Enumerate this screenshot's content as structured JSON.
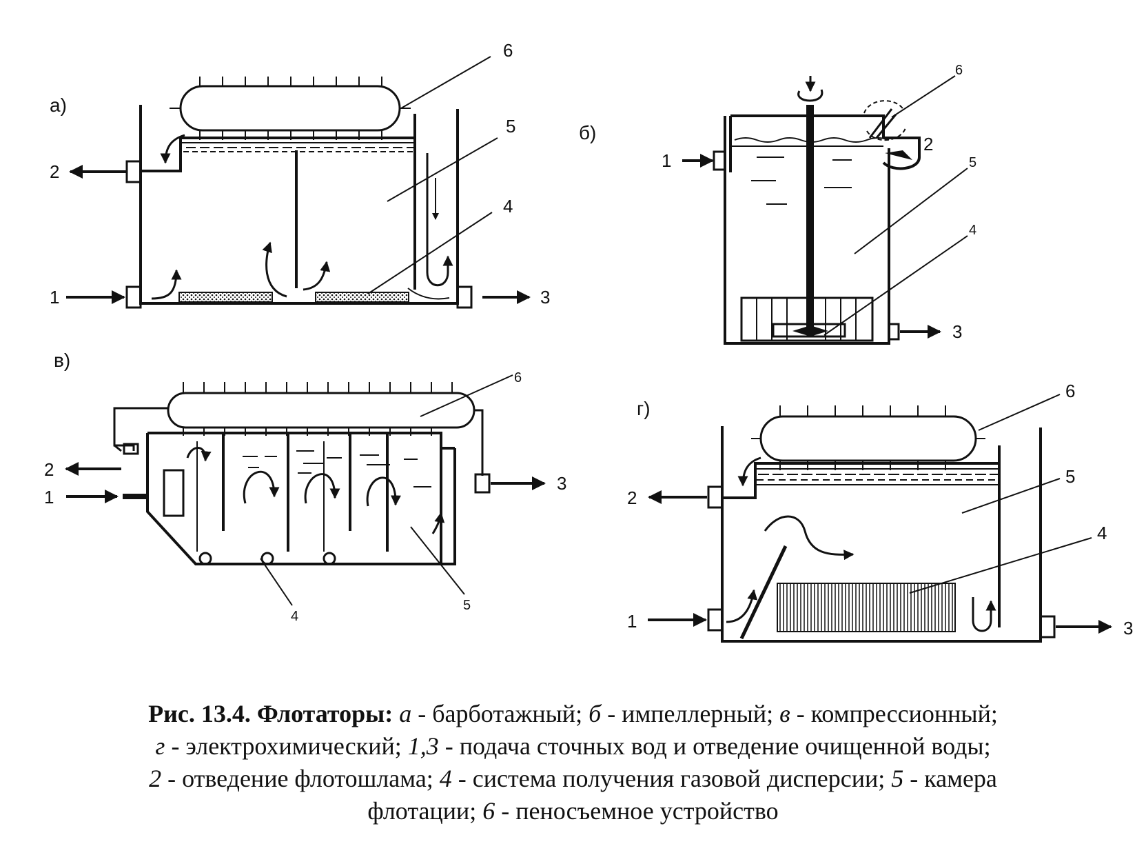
{
  "panels": {
    "a": {
      "label": "а)",
      "n1": "1",
      "n2": "2",
      "n3": "3",
      "n4": "4",
      "n5": "5",
      "n6": "6"
    },
    "b": {
      "label": "б)",
      "n1": "1",
      "n2": "2",
      "n3": "3",
      "n4": "4",
      "n5": "5",
      "n6": "6"
    },
    "v": {
      "label": "в)",
      "n1": "1",
      "n2": "2",
      "n3": "3",
      "n4": "4",
      "n5": "5",
      "n6": "6"
    },
    "g": {
      "label": "г)",
      "n1": "1",
      "n2": "2",
      "n3": "3",
      "n4": "4",
      "n5": "5",
      "n6": "6"
    }
  },
  "caption": {
    "figure": "Рис. 13.4. Флотаторы:",
    "items": [
      {
        "key": "а",
        "text": " - барботажный; "
      },
      {
        "key": "б",
        "text": " - импеллерный; "
      },
      {
        "key": "в",
        "text": " - компрессионный;"
      },
      {
        "key": "г",
        "text": " - электрохимический; "
      },
      {
        "key": "1,3",
        "text": " - подача сточных вод и отведение очищенной воды;"
      },
      {
        "key": "2",
        "text": " - отведение флотошлама; "
      },
      {
        "key": "4",
        "text": " - система получения газовой дисперсии; "
      },
      {
        "key": "5",
        "text": " - камера"
      },
      {
        "key": "",
        "text": "флотации; "
      },
      {
        "key": "6",
        "text": " - пеносъемное устройство"
      }
    ]
  },
  "colors": {
    "ink": "#111111",
    "paper": "#ffffff"
  }
}
